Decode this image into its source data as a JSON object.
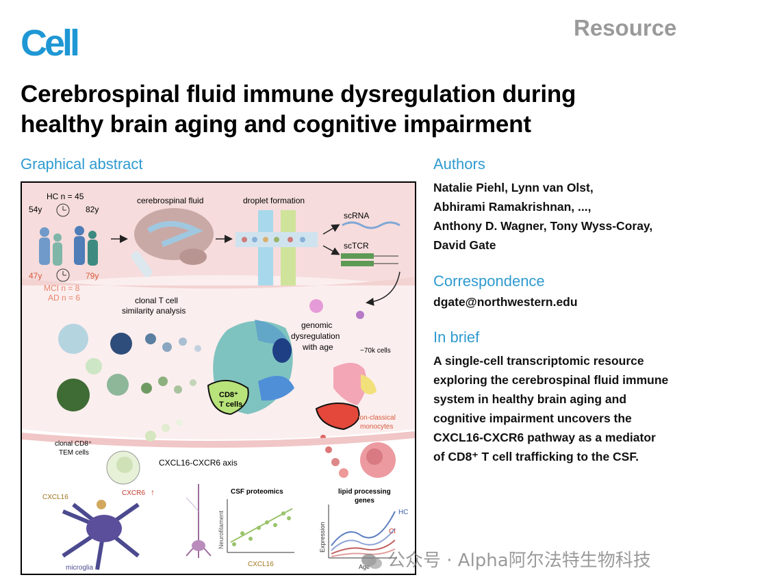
{
  "header": {
    "logo": "Cell",
    "article_type": "Resource",
    "title_line1": "Cerebrospinal fluid immune dysregulation during",
    "title_line2": "healthy brain aging and cognitive impairment"
  },
  "graphical_abstract": {
    "heading": "Graphical abstract",
    "labels": {
      "hc": "HC n = 45",
      "age_min_hc": "54y",
      "age_max_hc": "82y",
      "age_min_ci": "47y",
      "age_max_ci": "79y",
      "mci": "MCI n = 8",
      "ad": "AD n = 6",
      "csf": "cerebrospinal fluid",
      "droplet": "droplet formation",
      "scrna": "scRNA",
      "sctcr": "scTCR",
      "clonal_1": "clonal T cell",
      "clonal_2": "similarity analysis",
      "genomic_1": "genomic",
      "genomic_2": "dysregulation",
      "genomic_3": "with age",
      "cells": "~70k cells",
      "cd8_1": "CD8⁺",
      "cd8_2": "T cells",
      "nonclassical_1": "non-classical",
      "nonclassical_2": "monocytes",
      "clonal_cd8_1": "clonal CD8⁺",
      "clonal_cd8_2": "TEM cells",
      "axis": "CXCL16-CXCR6 axis",
      "cxcl16": "CXCL16",
      "cxcr6": "CXCR6",
      "microglia": "microglia",
      "csf_proteomics": "CSF proteomics",
      "neurofilament": "Neurofilament",
      "cxcl16_axis": "CXCL16",
      "lipid_1": "lipid processing",
      "lipid_2": "genes",
      "expression": "Expression",
      "age": "Age",
      "hc_short": "HC",
      "ci_short": "CI"
    }
  },
  "authors": {
    "heading": "Authors",
    "lines": [
      "Natalie Piehl, Lynn van Olst,",
      "Abhirami Ramakrishnan, ...,",
      "Anthony D. Wagner, Tony Wyss-Coray,",
      "David Gate"
    ]
  },
  "correspondence": {
    "heading": "Correspondence",
    "email": "dgate@northwestern.edu"
  },
  "in_brief": {
    "heading": "In brief",
    "lines": [
      "A single-cell transcriptomic resource",
      "exploring the cerebrospinal fluid immune",
      "system in healthy brain aging and",
      "cognitive impairment uncovers the",
      "CXCL16-CXCR6 pathway as a mediator",
      "of CD8⁺ T cell trafficking to the CSF."
    ]
  },
  "watermark": "公众号 · Alpha阿尔法特生物科技",
  "colors": {
    "cell_blue": "#1e97d4",
    "section_blue": "#2e9ad0",
    "resource_gray": "#9a9a9a",
    "band_pink": "#f6dcdc"
  }
}
